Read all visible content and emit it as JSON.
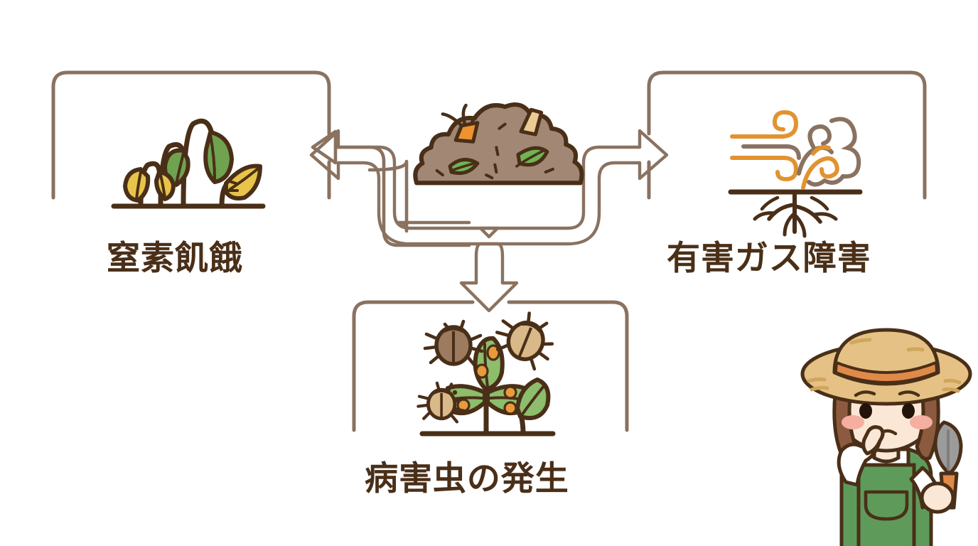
{
  "diagram": {
    "type": "cause-effect-radial",
    "background_color": "#ffffff",
    "center": {
      "icon": "compost-soil-pile-icon",
      "description": "compost / undecomposed organic matter pile with carrot, leaves and twig",
      "colors": {
        "soil_fill": "#A28874",
        "soil_outline": "#4A2F18",
        "carrot": "#EE9330",
        "leaf": "#6FB555",
        "twig": "#EBCB94"
      }
    },
    "nodes": [
      {
        "id": "nitrogen-starvation",
        "label": "窒素飢餓",
        "position": "left",
        "icon": "wilting-plants-icon",
        "colors": {
          "leaf_green": "#6FA34F",
          "leaf_yellow": "#E8C44A",
          "outline": "#4A2F18"
        }
      },
      {
        "id": "harmful-gas-damage",
        "label": "有害ガス障害",
        "position": "right",
        "icon": "gas-swirl-roots-icon",
        "colors": {
          "gas_orange": "#E2932F",
          "gas_brown": "#8A7260",
          "roots": "#4A2F18"
        }
      },
      {
        "id": "pest-disease-outbreak",
        "label": "病害虫の発生",
        "position": "bottom",
        "icon": "beetles-diseased-plant-icon",
        "colors": {
          "leaf_green": "#8CBE6C",
          "spot_orange": "#E89A3C",
          "beetle_dark": "#9C7B5E",
          "beetle_light": "#D9B98A",
          "outline": "#4A2F18"
        }
      }
    ],
    "arrows": [
      {
        "id": "arrow-to-left",
        "direction": "left",
        "from": "center",
        "to": "nitrogen-starvation"
      },
      {
        "id": "arrow-to-right",
        "direction": "right",
        "from": "center",
        "to": "harmful-gas-damage"
      },
      {
        "id": "arrow-to-bottom",
        "direction": "down",
        "from": "center",
        "to": "pest-disease-outbreak"
      }
    ],
    "arrow_color": "#8A7260",
    "bracket_color": "#8A7260",
    "label_color": "#4A2F18",
    "character": {
      "name": "worried-farmer-girl",
      "description": "cartoon girl in straw hat and green apron holding a trowel, worried expression",
      "colors": {
        "hat": "#E5C185",
        "hat_band": "#E08A4A",
        "hair": "#8C5B3F",
        "skin": "#FBE7D6",
        "apron": "#5E9B5A",
        "shirt": "#FFFFFF",
        "trowel": "#9B9B9B",
        "cheek": "#F4AFA0"
      }
    }
  }
}
